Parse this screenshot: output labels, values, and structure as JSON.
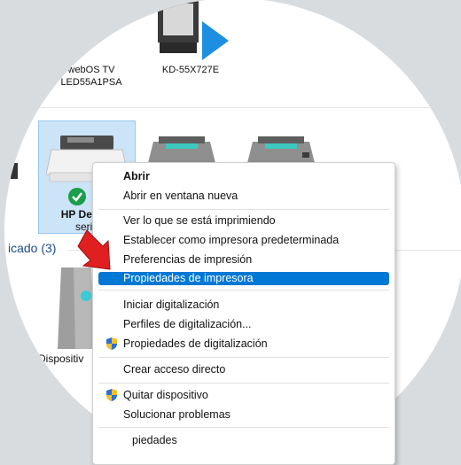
{
  "devices": {
    "tv1": {
      "line1": "webOS TV",
      "line2": "LED55A1PSA"
    },
    "tv2": {
      "label": "KD-55X727E"
    },
    "printer": {
      "line1": "HP Deskje",
      "line2": "serie"
    },
    "device": {
      "label": "Dispositiv"
    }
  },
  "section": {
    "label": "icado (3)"
  },
  "menu": {
    "items": [
      {
        "label": "Abrir",
        "bold": true
      },
      {
        "label": "Abrir en ventana nueva"
      },
      {
        "label": "Ver lo que se está imprimiendo"
      },
      {
        "label": "Establecer como impresora predeterminada"
      },
      {
        "label": "Preferencias de impresión"
      },
      {
        "label": "Propiedades de impresora",
        "highlighted": true
      },
      {
        "label": "Iniciar digitalización"
      },
      {
        "label": "Perfiles de digitalización..."
      },
      {
        "label": "Propiedades de digitalización",
        "icon": "shield-icon"
      },
      {
        "label": "Crear acceso directo"
      },
      {
        "label": "Quitar dispositivo",
        "icon": "shield-icon"
      },
      {
        "label": "Solucionar problemas"
      },
      {
        "label": "piedades"
      }
    ]
  },
  "colors": {
    "highlight": "#0078d4",
    "section": "#1e4b8c",
    "arrow": "#e02020",
    "check": "#1a9e4a"
  }
}
